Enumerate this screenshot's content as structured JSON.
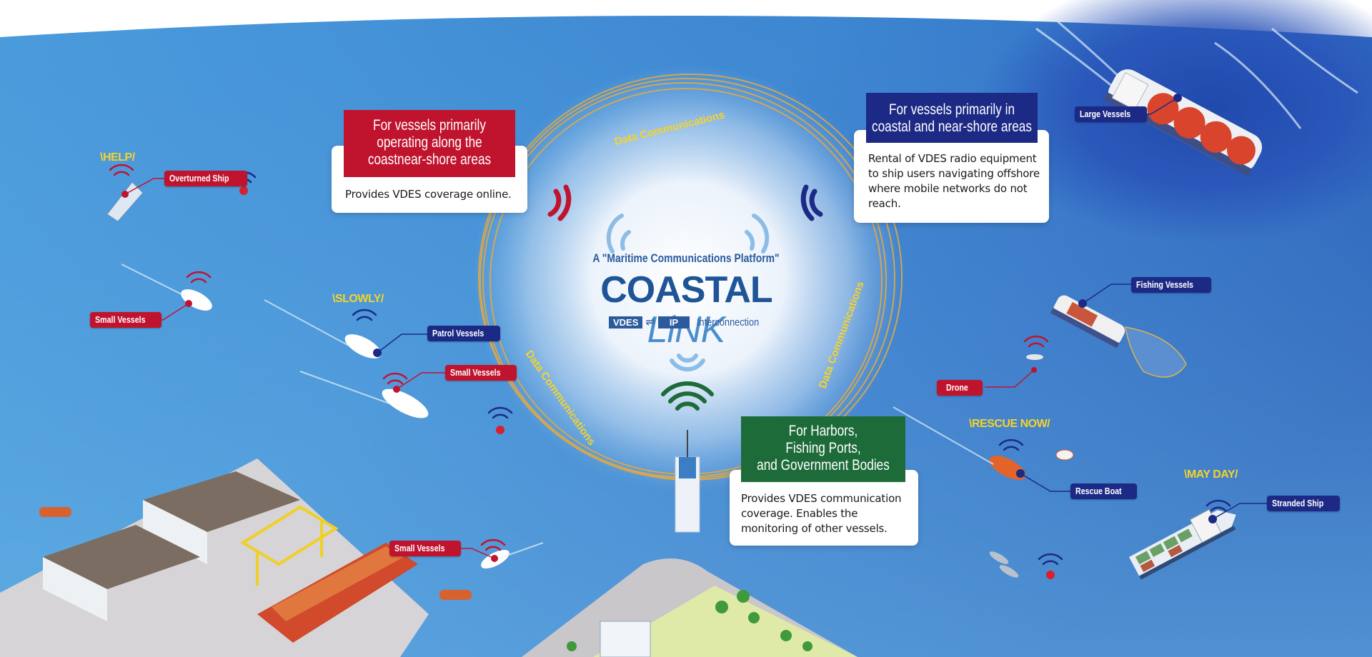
{
  "diagram": {
    "title": "Coastal Link",
    "title_parts": {
      "first": "COASTAL",
      "second": "LiNK"
    },
    "subtitle": "A \"Maritime Communications Platform\"",
    "interconnection": {
      "left_badge": "VDES",
      "arrow": "⇌",
      "right_badge": "IP",
      "label": "Interconnection"
    },
    "ring_labels": [
      "Data Communications",
      "Data Communications",
      "Data Communications"
    ]
  },
  "cards": [
    {
      "id": "coastal-red",
      "color": "#c0142e",
      "heading": "For vessels primarily\noperating along the\ncoastnear-shore areas",
      "body": "Provides VDES coverage online."
    },
    {
      "id": "offshore-blue",
      "color": "#1c2a86",
      "heading": "For vessels primarily in\ncoastal and near-shore areas",
      "body": "Rental of VDES radio equipment to ship users navigating offshore where mobile networks do not reach."
    },
    {
      "id": "harbor-green",
      "color": "#1e6b3a",
      "heading": "For Harbors,\nFishing Ports,\nand Government Bodies",
      "body": "Provides VDES communication coverage. Enables the monitoring of other vessels."
    }
  ],
  "labels": {
    "overturned_ship": "Overturned Ship",
    "small_vessels_1": "Small Vessels",
    "patrol_vessels": "Patrol Vessels",
    "small_vessels_2": "Small Vessels",
    "small_vessels_3": "Small Vessels",
    "large_vessels": "Large Vessels",
    "fishing_vessels": "Fishing Vessels",
    "drone": "Drone",
    "rescue_boat": "Rescue Boat",
    "stranded_ship": "Stranded Ship"
  },
  "shouts": {
    "help": "\\HELP/",
    "slowly": "\\SLOWLY/",
    "rescue_now": "\\RESCUE NOW/",
    "may_day": "\\MAY DAY/"
  },
  "colors": {
    "red": "#c0142e",
    "navy": "#1c2a86",
    "green": "#1e6b3a",
    "gold": "#e0a845",
    "yellow_text": "#f5d32a",
    "title_blue": "#2b5b9c"
  }
}
